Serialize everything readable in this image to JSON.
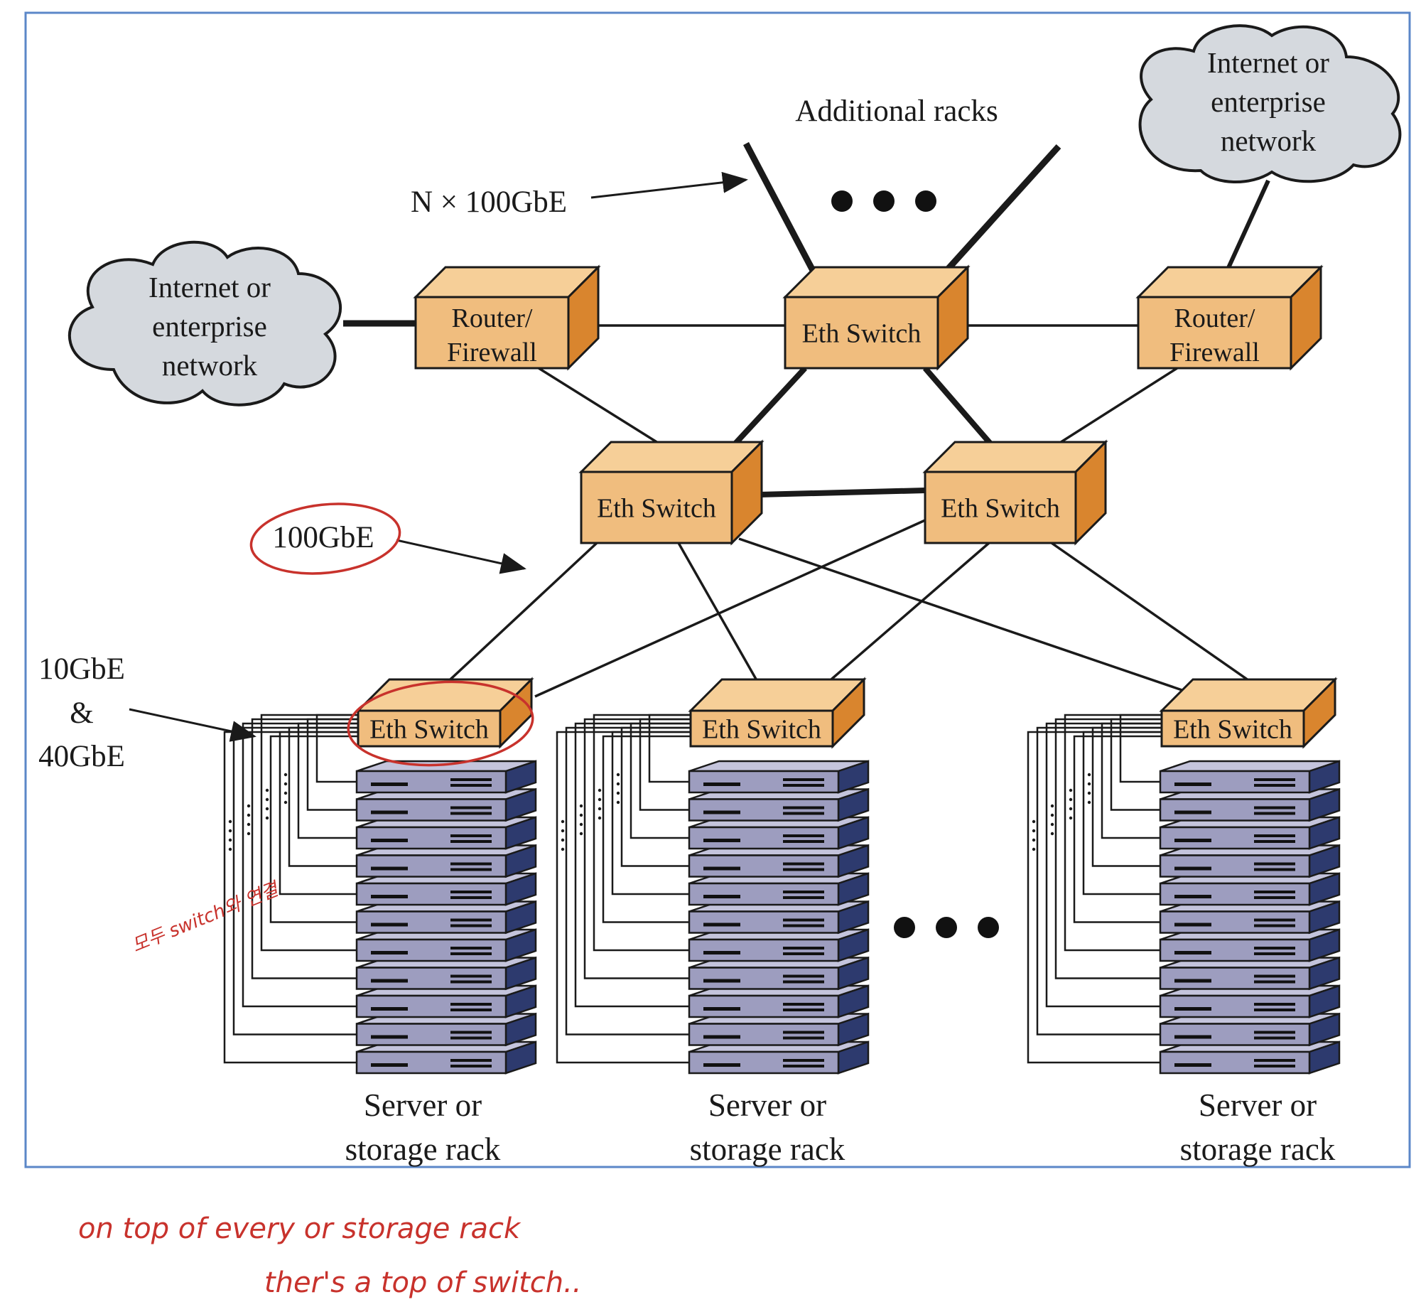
{
  "diagram": {
    "labels": {
      "additional_racks": "Additional racks",
      "uplink": "N × 100GbE",
      "core_speed": "100GbE",
      "access_speed_1": "10GbE",
      "access_speed_amp": "&",
      "access_speed_2": "40GbE"
    },
    "clouds": {
      "left": [
        "Internet or",
        "enterprise",
        "network"
      ],
      "right": [
        "Internet or",
        "enterprise",
        "network"
      ]
    },
    "devices": {
      "router_left": [
        "Router/",
        "Firewall"
      ],
      "router_right": [
        "Router/",
        "Firewall"
      ],
      "core_switch": "Eth Switch",
      "agg_switch_left": "Eth Switch",
      "agg_switch_right": "Eth Switch",
      "tor_switch_1": "Eth Switch",
      "tor_switch_2": "Eth Switch",
      "tor_switch_3": "Eth Switch"
    },
    "racks": [
      [
        "Server or",
        "storage rack"
      ],
      [
        "Server or",
        "storage rack"
      ],
      [
        "Server or",
        "storage rack"
      ]
    ],
    "colors": {
      "device_face": "#f0bd7e",
      "device_side": "#d9852e",
      "server_face": "#9d9dbf",
      "server_side": "#2d3a6e",
      "cloud": "#d5d9de",
      "frame": "#5b87c8",
      "annotation": "#c8322c"
    }
  },
  "annotations": {
    "side_note": "모두 switch와 연결",
    "bottom_line_1": "on top of   every  or storage rack",
    "bottom_line_2": "ther's  a  top  of  switch.."
  }
}
